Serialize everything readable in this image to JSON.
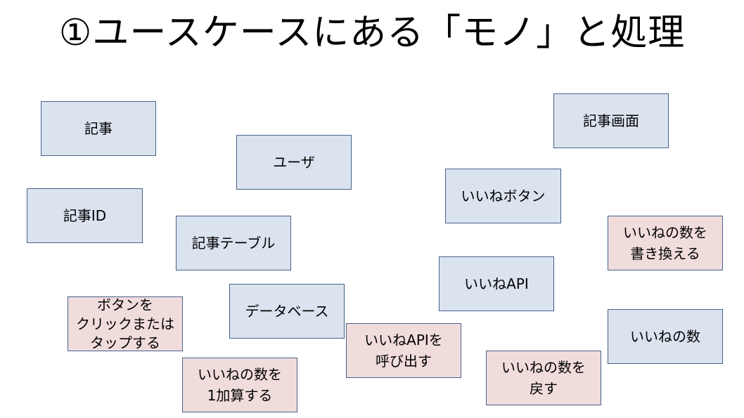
{
  "title": "①ユースケースにある「モノ」と処理",
  "things": {
    "article": "記事",
    "user": "ユーザ",
    "article_screen": "記事画面",
    "article_id": "記事ID",
    "like_button": "いいねボタン",
    "article_table": "記事テーブル",
    "like_api": "いいねAPI",
    "database": "データベース",
    "like_count": "いいねの数"
  },
  "processes": {
    "click_or_tap": "ボタンを\nクリックまたは\nタップする",
    "increment": "いいねの数を\n1加算する",
    "call_api": "いいねAPIを\n呼び出す",
    "return_count": "いいねの数を\n戻す",
    "rewrite_count": "いいねの数を\n書き換える"
  },
  "colors": {
    "thing_fill": "#dbe3ef",
    "process_fill": "#f1dcdc",
    "border": "#45628a"
  }
}
